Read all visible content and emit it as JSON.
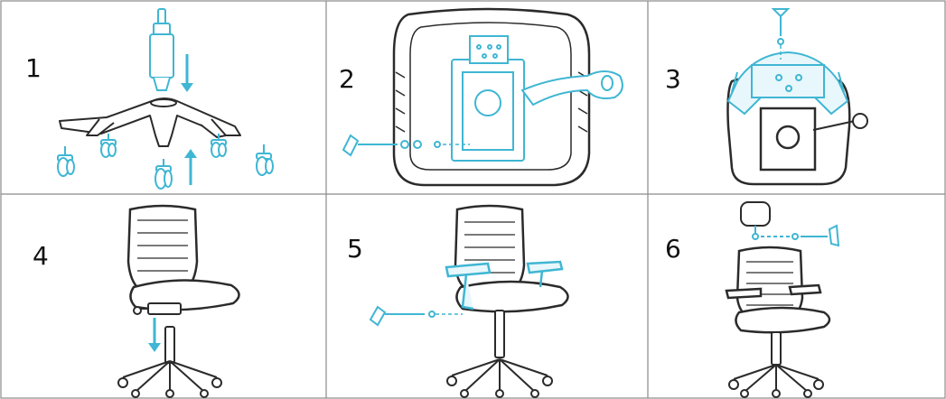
{
  "steps": [
    {
      "number": "1"
    },
    {
      "number": "2"
    },
    {
      "number": "3"
    },
    {
      "number": "4"
    },
    {
      "number": "5"
    },
    {
      "number": "6"
    }
  ],
  "colors": {
    "line": "#2b2b2b",
    "accent": "#3fb6d3",
    "grid": "#8a8a8a",
    "background": "#ffffff"
  },
  "icons": [
    "gas-lift-icon",
    "star-base-icon",
    "caster-icon",
    "seat-mechanism-icon",
    "backrest-icon",
    "screw-icon",
    "allen-key-icon",
    "armrest-icon",
    "headrest-icon",
    "arrow-down-icon",
    "arrow-up-icon"
  ]
}
